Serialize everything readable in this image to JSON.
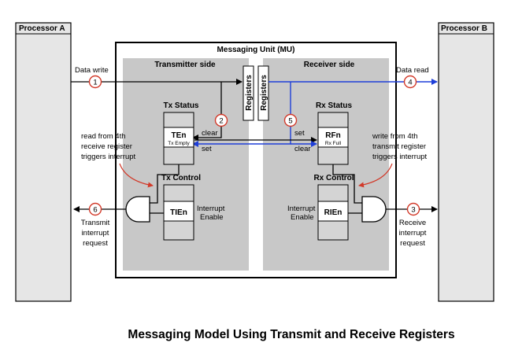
{
  "processor_a": "Processor A",
  "processor_b": "Processor B",
  "mu_title": "Messaging Unit (MU)",
  "transmitter_side": "Transmitter side",
  "receiver_side": "Receiver side",
  "registers_label": "Registers",
  "tx_status": "Tx Status",
  "rx_status": "Rx Status",
  "tx_control": "Tx Control",
  "rx_control": "Rx Control",
  "ten": "TEn",
  "ten_sub": "Tx Empty",
  "rfn": "RFn",
  "rfn_sub": "Rx Full",
  "tien": "TIEn",
  "rien": "RIEn",
  "interrupt": "Interrupt",
  "enable": "Enable",
  "clear": "clear",
  "set": "set",
  "data_write": "Data write",
  "data_read": "Data read",
  "left_note": [
    "read from 4th",
    "receive register",
    "triggers interrupt"
  ],
  "right_note": [
    "write from 4th",
    "transmit register",
    "triggers interrupt"
  ],
  "transmit_req": [
    "Transmit",
    "interrupt",
    "request"
  ],
  "receive_req": [
    "Receive",
    "interrupt",
    "request"
  ],
  "steps": [
    "1",
    "2",
    "3",
    "4",
    "5",
    "6"
  ],
  "caption": "Messaging Model Using Transmit and Receive Registers",
  "colors": {
    "blue_path": "#1f3fd8",
    "red_marker": "#d23a2a",
    "panel_gray": "#c8c8c8",
    "processor_gray": "#e6e6e6"
  }
}
